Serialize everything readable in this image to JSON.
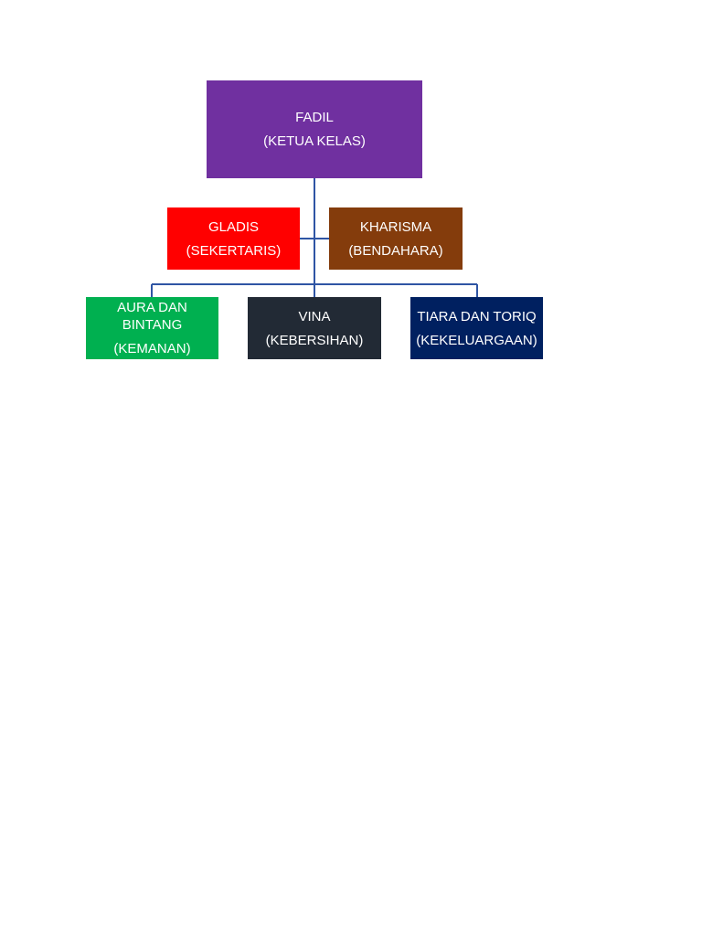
{
  "diagram": {
    "line_color": "#2f55a4",
    "nodes": {
      "fadil": {
        "name": "FADIL",
        "role": "(KETUA KELAS)",
        "color": "#7030a0"
      },
      "gladis": {
        "name": "GLADIS",
        "role": "(SEKERTARIS)",
        "color": "#ff0000"
      },
      "kharisma": {
        "name": "KHARISMA",
        "role": "(BENDAHARA)",
        "color": "#843c0c"
      },
      "aura": {
        "name": "AURA DAN BINTANG",
        "role": "(KEMANAN)",
        "color": "#00b050"
      },
      "vina": {
        "name": "VINA",
        "role": "(KEBERSIHAN)",
        "color": "#222a35"
      },
      "tiara": {
        "name": "TIARA DAN TORIQ",
        "role": "(KEKELUARGAAN)",
        "color": "#002060"
      }
    }
  }
}
